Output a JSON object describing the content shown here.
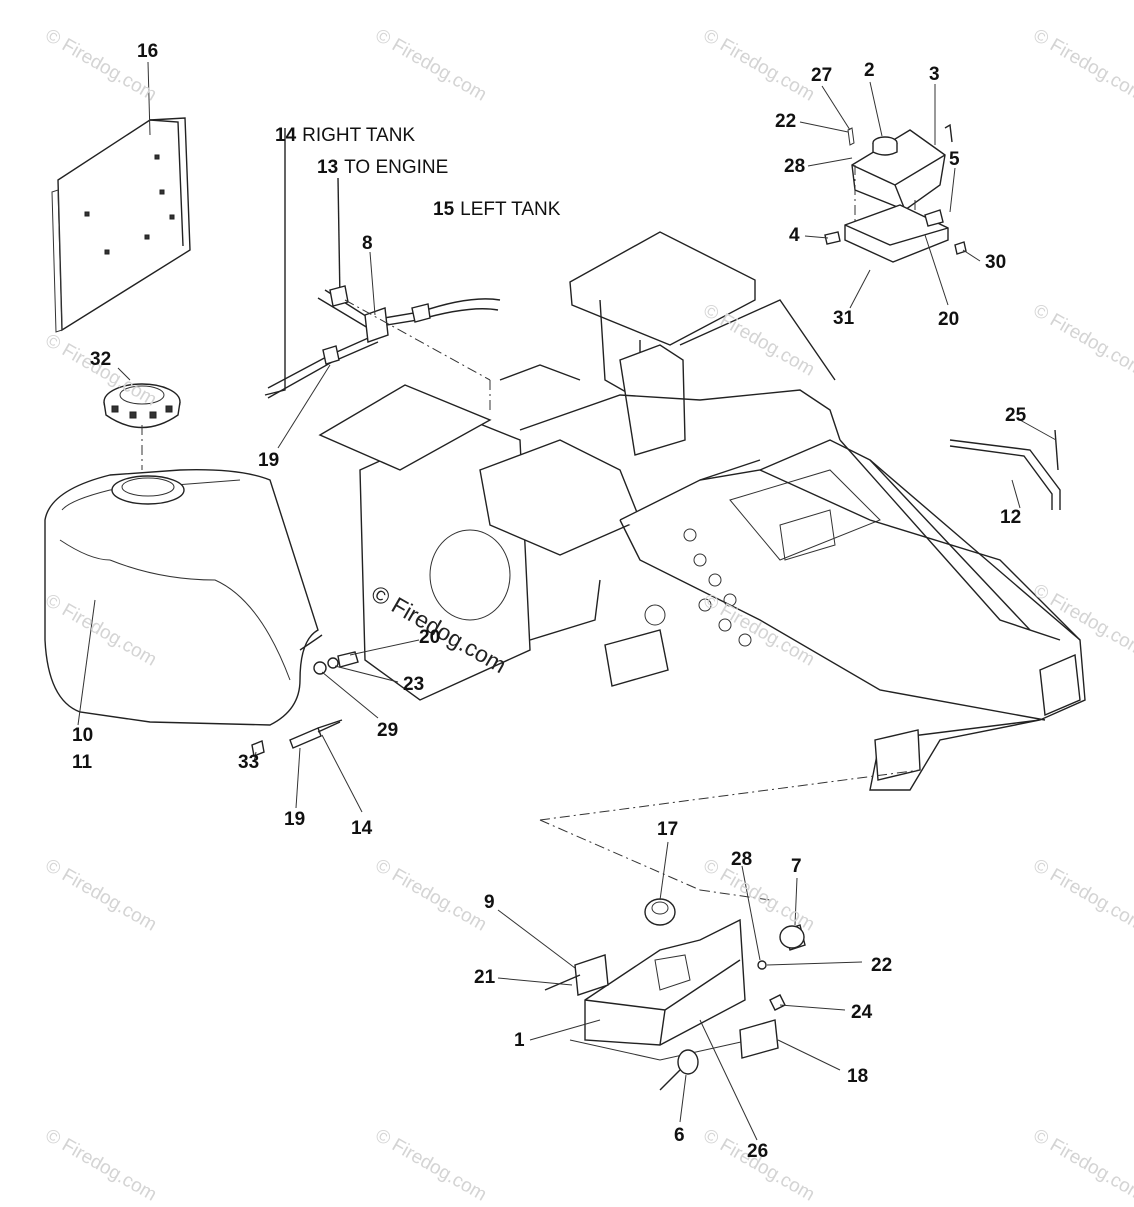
{
  "watermark": "© Firedog.com",
  "notes": {
    "right_tank_num": "14",
    "right_tank_text": "RIGHT TANK",
    "to_engine_num": "13",
    "to_engine_text": "TO ENGINE",
    "left_tank_num": "15",
    "left_tank_text": "LEFT TANK"
  },
  "callouts": {
    "c16": "16",
    "c27": "27",
    "c2": "2",
    "c3": "3",
    "c22a": "22",
    "c28a": "28",
    "c5": "5",
    "c4": "4",
    "c30": "30",
    "c31": "31",
    "c20a": "20",
    "c8": "8",
    "c32": "32",
    "c19a": "19",
    "c25": "25",
    "c12": "12",
    "c20b": "20",
    "c23": "23",
    "c29": "29",
    "c10": "10",
    "c11": "11",
    "c33": "33",
    "c19b": "19",
    "c14b": "14",
    "c17": "17",
    "c28b": "28",
    "c7": "7",
    "c9": "9",
    "c22b": "22",
    "c21": "21",
    "c24": "24",
    "c1": "1",
    "c18": "18",
    "c6": "6",
    "c26": "26"
  }
}
